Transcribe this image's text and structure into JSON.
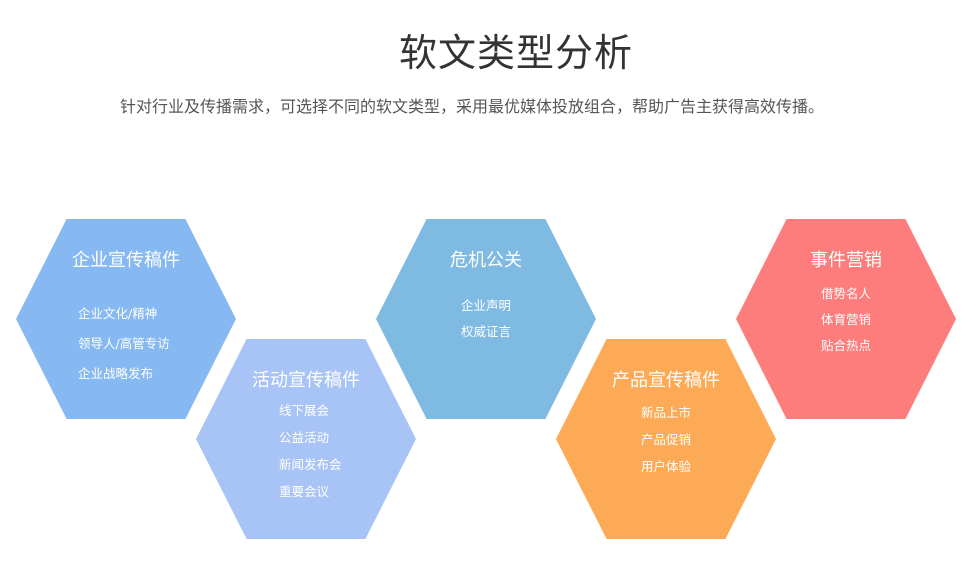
{
  "header": {
    "title": "软文类型分析",
    "subtitle": "针对行业及传播需求，可选择不同的软文类型，采用最优媒体投放组合，帮助广告主获得高效传播。"
  },
  "hexagons": [
    {
      "title": "企业宣传稿件",
      "color": "#86b8f1",
      "items": [
        "企业文化/精神",
        "领导人/高管专访",
        "企业战略发布"
      ]
    },
    {
      "title": "活动宣传稿件",
      "color": "#a8c4f6",
      "items": [
        "线下展会",
        "公益活动",
        "新闻发布会",
        "重要会议"
      ]
    },
    {
      "title": "危机公关",
      "color": "#7ebae2",
      "items": [
        "企业声明",
        "权威证言"
      ]
    },
    {
      "title": "产品宣传稿件",
      "color": "#fdaa56",
      "items": [
        "新品上市",
        "产品促销",
        "用户体验"
      ]
    },
    {
      "title": "事件营销",
      "color": "#fd7c7c",
      "items": [
        "借势名人",
        "体育营销",
        "贴合热点"
      ]
    }
  ]
}
